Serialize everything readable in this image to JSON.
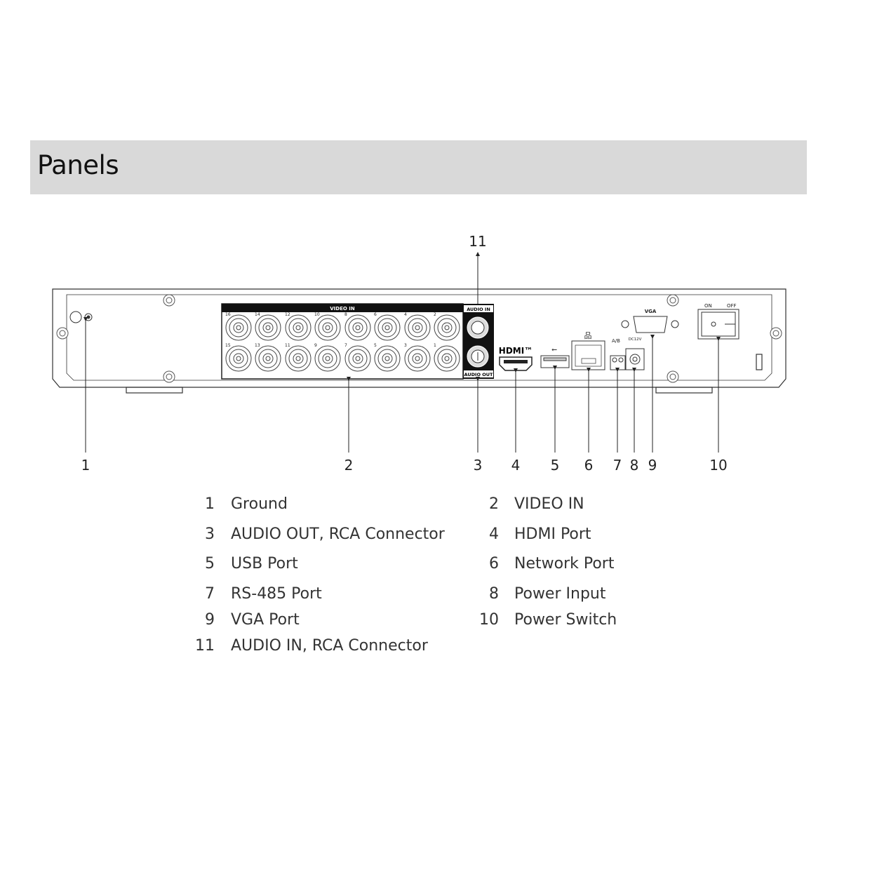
{
  "header": {
    "title": "Panels"
  },
  "panel": {
    "video_in_label": "VIDEO IN",
    "audio_in_label": "AUDIO IN",
    "audio_out_label": "AUDIO OUT",
    "hdmi_label": "HDMI™",
    "vga_label": "VGA",
    "ab_label": "A/B",
    "dc_label": "DC12V",
    "switch_on_label": "ON",
    "switch_off_label": "OFF",
    "channels_top": [
      "16",
      "14",
      "12",
      "10",
      "8",
      "6",
      "4",
      "2"
    ],
    "channels_bottom": [
      "15",
      "13",
      "11",
      "9",
      "7",
      "5",
      "3",
      "1"
    ]
  },
  "callouts": [
    "1",
    "2",
    "3",
    "4",
    "5",
    "6",
    "7",
    "8",
    "9",
    "10",
    "11"
  ],
  "legend": {
    "left": [
      {
        "num": "1",
        "label": "Ground"
      },
      {
        "num": "3",
        "label": "AUDIO OUT, RCA Connector"
      },
      {
        "num": "5",
        "label": "USB Port"
      },
      {
        "num": "7",
        "label": "RS-485 Port"
      },
      {
        "num": "9",
        "label": "VGA Port"
      },
      {
        "num": "11",
        "label": "AUDIO IN, RCA Connector"
      }
    ],
    "right": [
      {
        "num": "2",
        "label": "VIDEO IN"
      },
      {
        "num": "4",
        "label": "HDMI Port"
      },
      {
        "num": "6",
        "label": "Network Port"
      },
      {
        "num": "8",
        "label": "Power Input"
      },
      {
        "num": "10",
        "label": "Power Switch"
      }
    ]
  }
}
